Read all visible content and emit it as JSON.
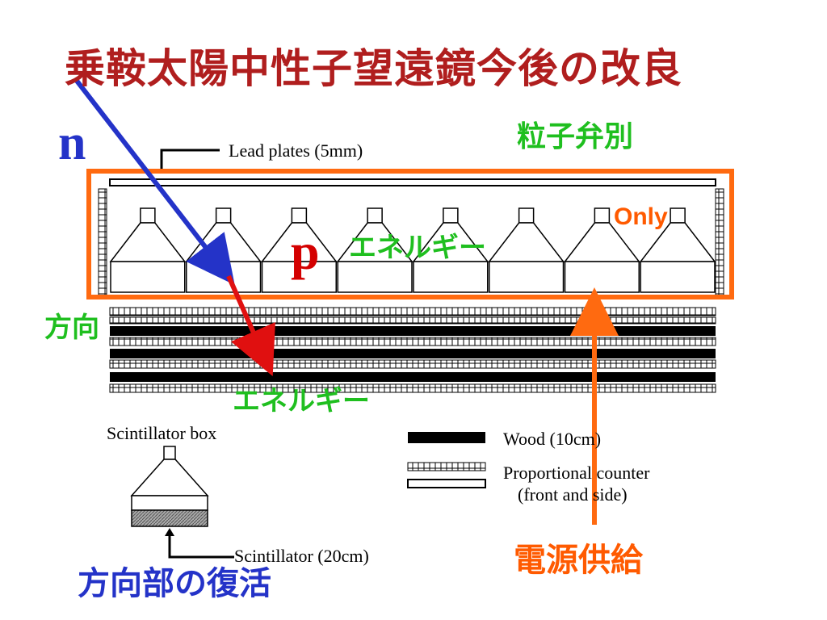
{
  "title": "乗鞍太陽中性子望遠鏡今後の改良",
  "particles": {
    "neutron": "n",
    "proton": "p"
  },
  "labels": {
    "lead_plates": "Lead plates (5mm)",
    "scintillator_box": "Scintillator box",
    "scintillator": "Scintillator (20cm)",
    "wood": "Wood (10cm)",
    "proportional_counter_line1": "Proportional counter",
    "proportional_counter_line2": "(front and side)"
  },
  "annotations": {
    "particle_discrimination": "粒子弁別",
    "only": "Only",
    "energy_upper": "エネルギー",
    "energy_lower": "エネルギー",
    "direction": "方向",
    "power_supply": "電源供給",
    "direction_recovery": "方向部の復活"
  },
  "colors": {
    "title": "#b01e1e",
    "neutron": "#2433c8",
    "proton": "#d40000",
    "annotation_green": "#1fbf1f",
    "annotation_orange": "#ff5a00",
    "annotation_blue": "#2433c8"
  },
  "scintillator_count": 8
}
